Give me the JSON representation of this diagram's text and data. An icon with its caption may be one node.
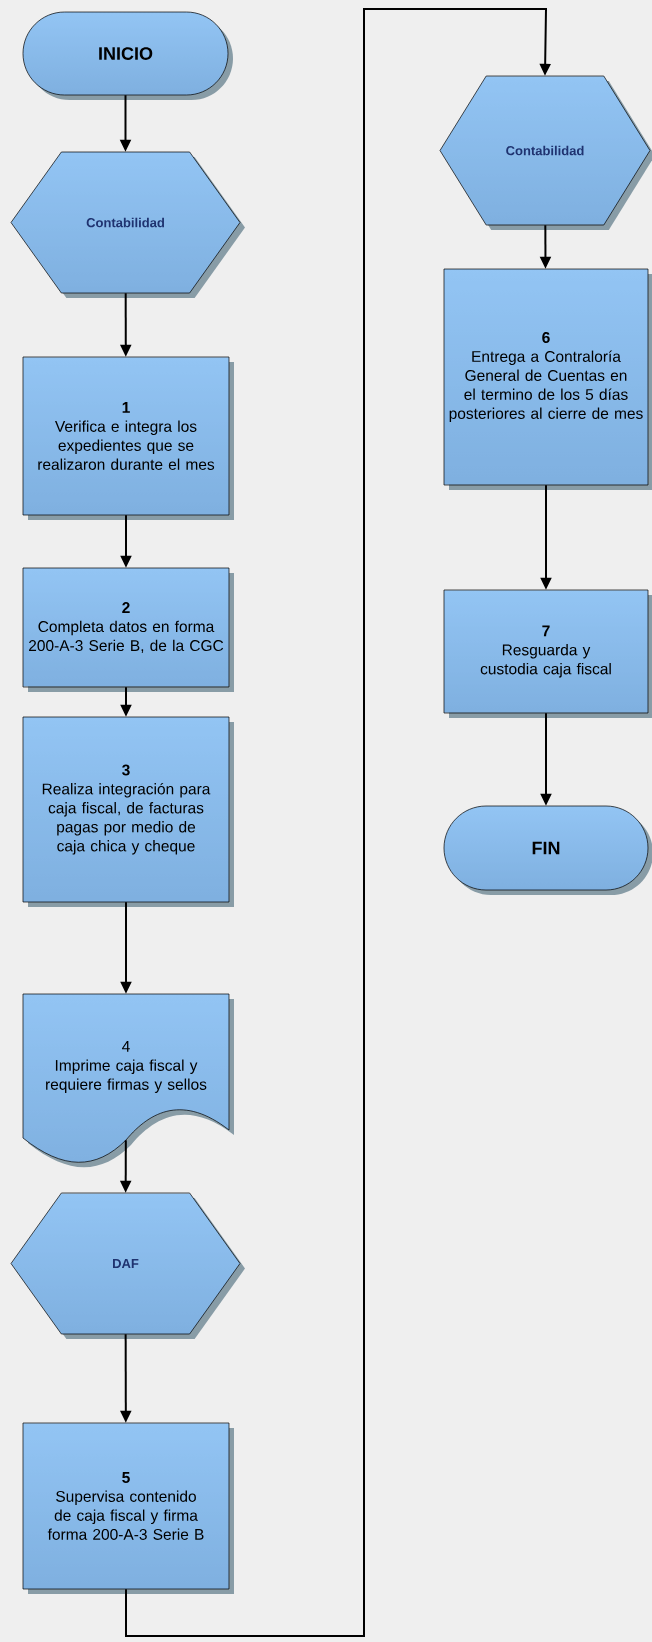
{
  "diagram": {
    "nodes": [
      {
        "text": [
          "INICIO"
        ]
      },
      {
        "text": [
          "Contabilidad"
        ]
      },
      {
        "text": [
          "1",
          "Verifica e integra los expedientes que se realizaron durante el mes"
        ]
      },
      {
        "text": [
          "2",
          "Completa datos en forma 200-A-3 Serie B, de la CGC"
        ]
      },
      {
        "text": [
          "3",
          "Realiza integración para caja fiscal, de facturas pagas por medio de caja chica y cheque"
        ]
      },
      {
        "text": [
          "4",
          "Imprime caja fiscal y requiere firmas y sellos"
        ]
      },
      {
        "text": [
          "DAF"
        ]
      },
      {
        "text": [
          "5",
          "Supervisa contenido de caja fiscal y firma forma 200-A-3 Serie B"
        ]
      },
      {
        "text": [
          "Contabilidad"
        ]
      },
      {
        "text": [
          "6",
          "Entrega a Contraloría General de Cuentas en el termino de los 5 días posteriores al cierre de mes"
        ]
      },
      {
        "text": [
          "7",
          "Resguarda y custodia caja fiscal"
        ]
      },
      {
        "text": [
          "FIN"
        ]
      }
    ],
    "edges": [
      {
        "from": 0,
        "to": 1,
        "arrow": "to"
      },
      {
        "from": 1,
        "to": 2,
        "arrow": "to"
      },
      {
        "from": 2,
        "to": 3,
        "arrow": "to"
      },
      {
        "from": 3,
        "to": 4,
        "arrow": "to"
      },
      {
        "from": 4,
        "to": 5,
        "arrow": "to"
      },
      {
        "from": 5,
        "to": 6,
        "arrow": "to"
      },
      {
        "from": 6,
        "to": 7,
        "arrow": "to"
      },
      {
        "from": 7,
        "to": 8,
        "arrow": "to"
      },
      {
        "from": 8,
        "to": 9,
        "arrow": "to"
      },
      {
        "from": 9,
        "to": 10,
        "arrow": "to"
      },
      {
        "from": 10,
        "to": 11,
        "arrow": "to"
      }
    ]
  }
}
